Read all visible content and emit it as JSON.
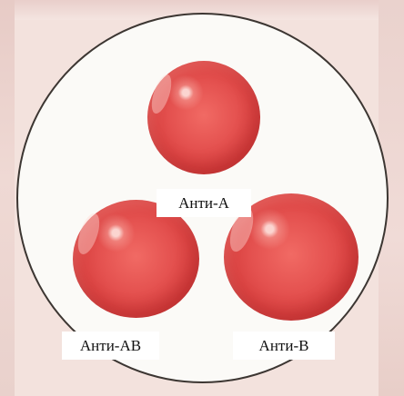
{
  "image": {
    "labels": {
      "anti_a": "Анти-А",
      "anti_ab": "Анти-АВ",
      "anti_b": "Анти-В"
    },
    "colors": {
      "drop": "#e4514f",
      "plate": "#fbfaf7",
      "outline": "#3c3632"
    }
  }
}
